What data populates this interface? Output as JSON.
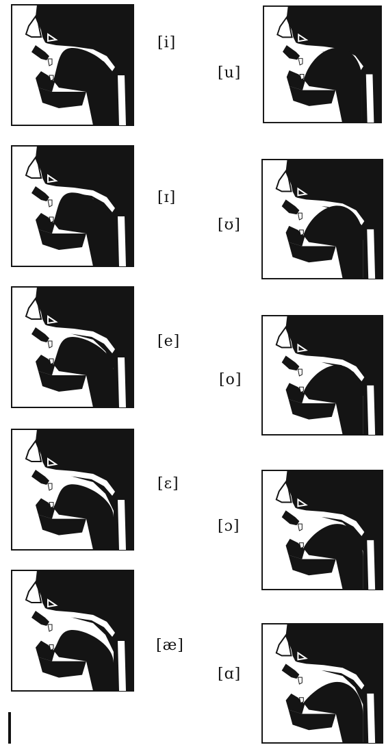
{
  "vowels_front": [
    {
      "label": "[i]"
    },
    {
      "label": "[ɪ]"
    },
    {
      "label": "[e]"
    },
    {
      "label": "[ɛ]"
    },
    {
      "label": "[æ]"
    }
  ],
  "vowels_back": [
    {
      "label": "[u]"
    },
    {
      "label": "[ʊ]"
    },
    {
      "label": "[o]"
    },
    {
      "label": "[ɔ]"
    },
    {
      "label": "[ɑ]"
    }
  ],
  "colors": {
    "ink": "#141414",
    "paper": "#ffffff",
    "frame": "#222222"
  }
}
